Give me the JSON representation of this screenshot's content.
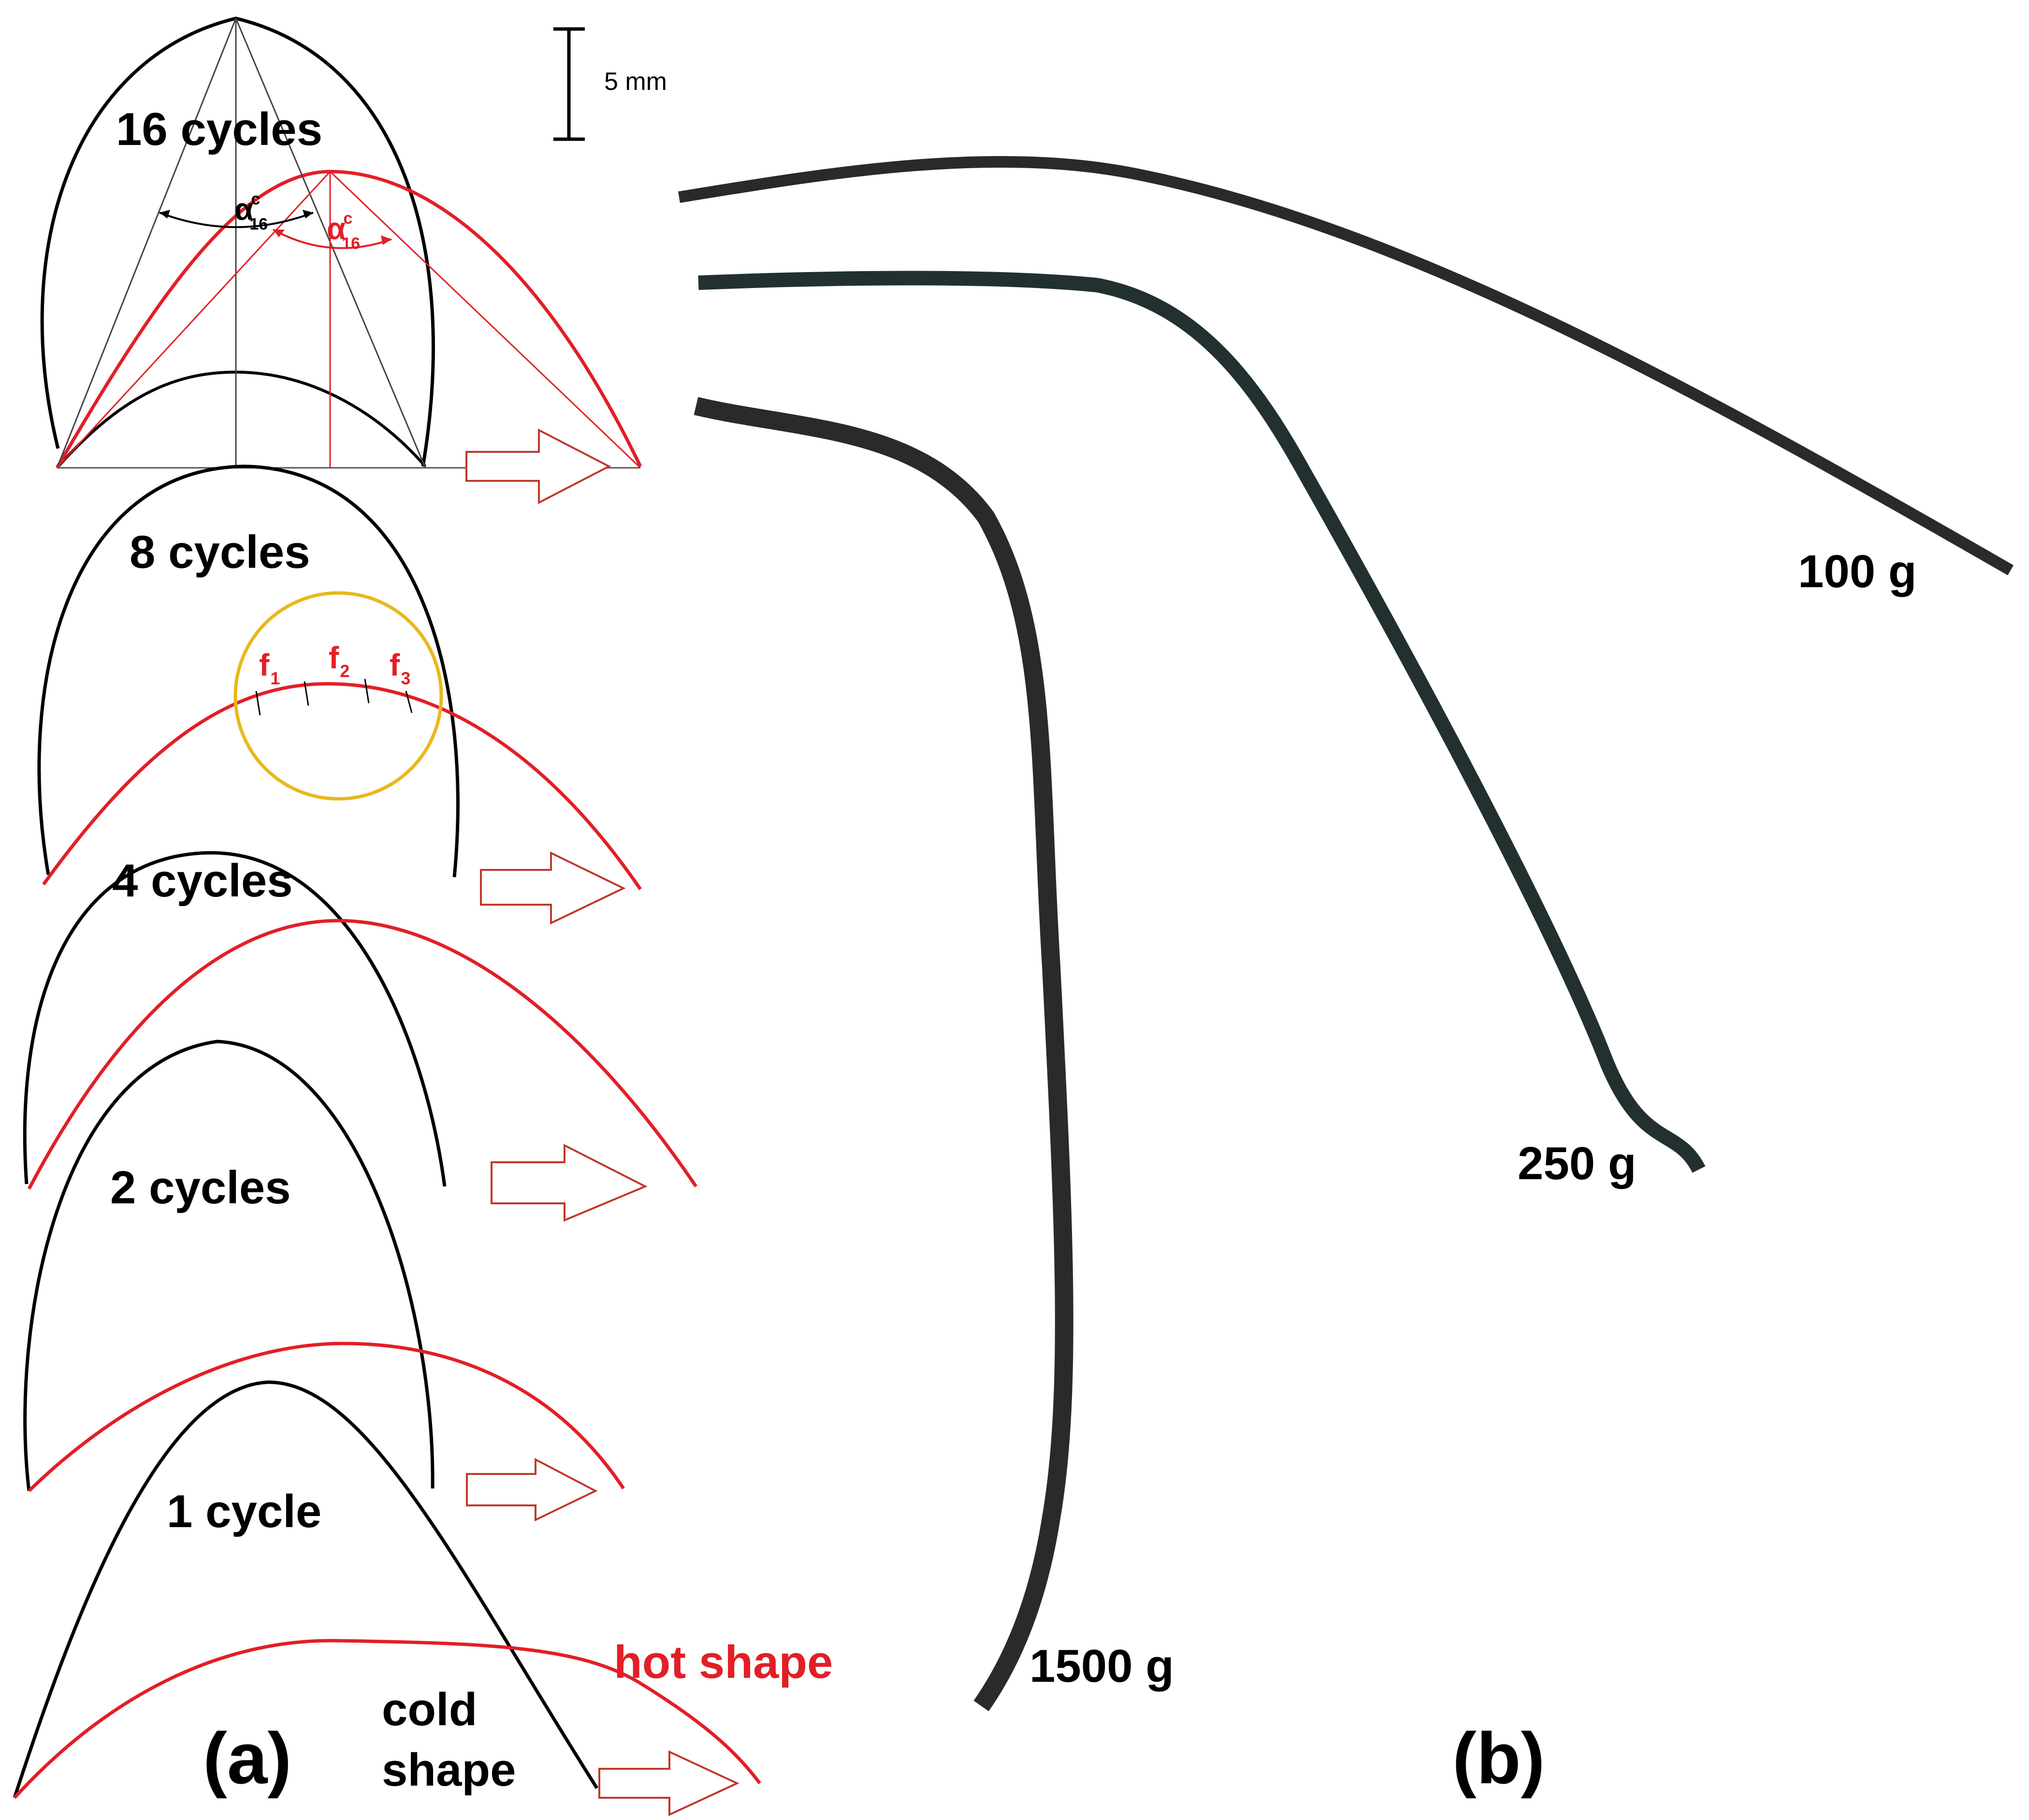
{
  "scale_bar": {
    "label": "5 mm"
  },
  "panel_a": {
    "label": "(a)",
    "cycles": [
      {
        "label": "16 cycles"
      },
      {
        "label": "8 cycles"
      },
      {
        "label": "4 cycles"
      },
      {
        "label": "2 cycles"
      },
      {
        "label": "1 cycle"
      }
    ],
    "angle_symbol": "α",
    "angle_sub": "16",
    "angle_sup": "c",
    "fragments": [
      {
        "letter": "f",
        "index": "1"
      },
      {
        "letter": "f",
        "index": "2"
      },
      {
        "letter": "f",
        "index": "3"
      }
    ],
    "legend": {
      "hot": "hot shape",
      "cold_line1": "cold",
      "cold_line2": "shape"
    },
    "colors": {
      "cold": "#000000",
      "hot": "#e21f26",
      "highlight": "#e8b81e"
    }
  },
  "panel_b": {
    "label": "(b)",
    "wires": [
      {
        "load": "100 g"
      },
      {
        "load": "250 g"
      },
      {
        "load": "1500 g"
      }
    ],
    "colors": {
      "wire": "#2a2a2a"
    }
  }
}
